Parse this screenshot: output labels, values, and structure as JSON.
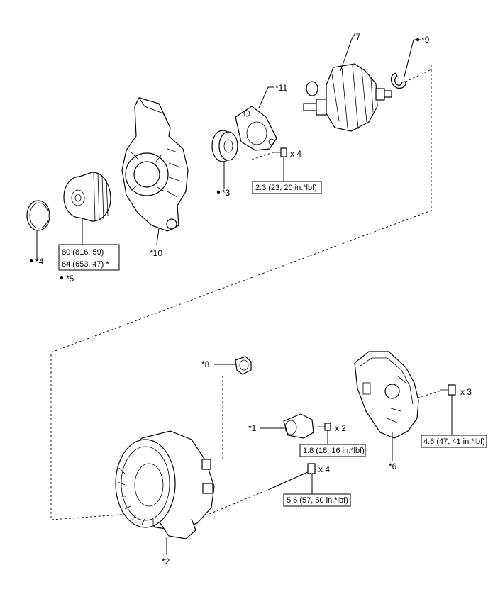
{
  "labels": {
    "p7": "*7",
    "p9": "*9",
    "p11": "*11",
    "p3": "*3",
    "p4": "*4",
    "p5": "*5",
    "p10": "*10",
    "p8": "*8",
    "p1": "*1",
    "p6": "*6",
    "p2": "*2"
  },
  "quantities": {
    "bolt_rear_plate": "x 4",
    "bolt_regulator": "x 2",
    "bolt_cover": "x 3",
    "bolt_through": "x 4"
  },
  "torques": {
    "rear_plate": "2.3 (23, 20 in.*lbf)",
    "pulley_line1": "80 (816, 59)",
    "pulley_line2": "64 (653, 47) *",
    "regulator": "1.8 (18, 16 in.*lbf)",
    "cover": "4.6 (47, 41 in.*lbf)",
    "through_bolt": "5.6 (57, 50 in.*lbf)"
  }
}
